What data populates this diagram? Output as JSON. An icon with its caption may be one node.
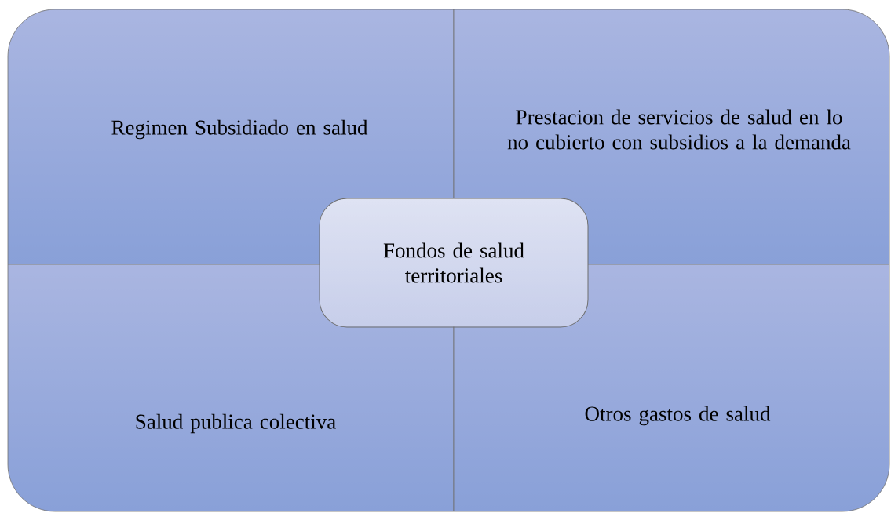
{
  "diagram": {
    "nodes": [
      {
        "text": [
          "Regimen Subsidiado en salud"
        ]
      },
      {
        "text": [
          "Prestacion de servicios de salud en lo no cubierto con subsidios a la demanda"
        ]
      },
      {
        "text": [
          "Fondos de salud territoriales"
        ]
      },
      {
        "text": [
          "Salud publica colectiva"
        ]
      },
      {
        "text": [
          "Otros gastos de salud"
        ]
      }
    ]
  }
}
